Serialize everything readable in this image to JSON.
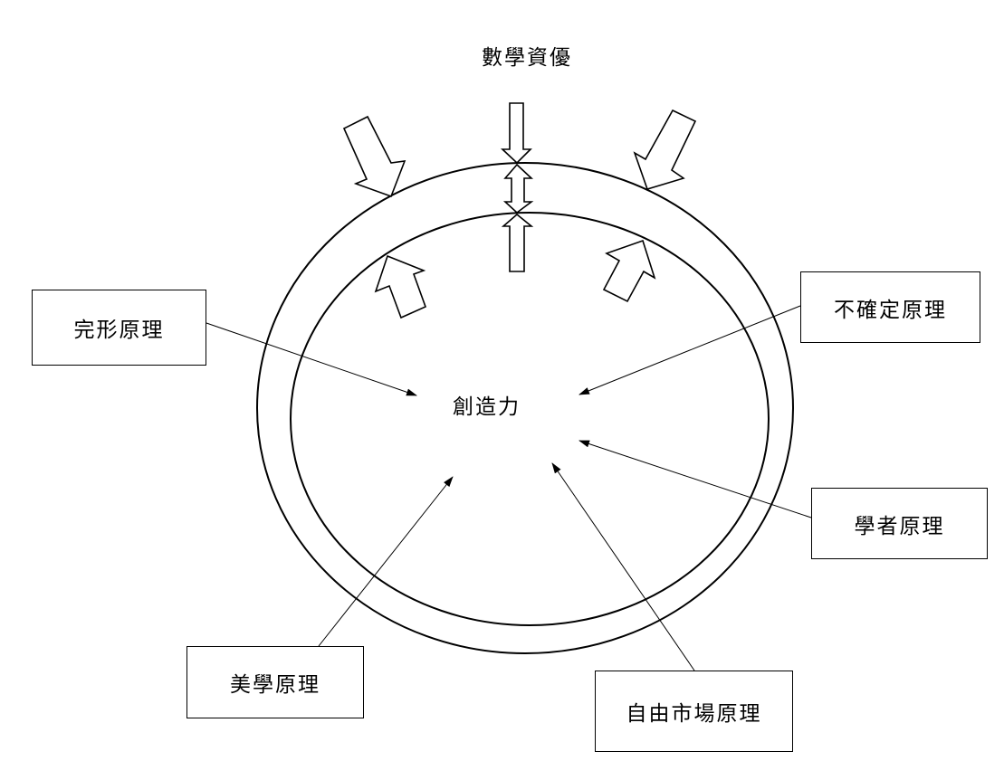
{
  "title": "數學資優",
  "center": "創造力",
  "principles": {
    "gestalt": "完形原理",
    "uncertainty": "不確定原理",
    "scholar": "學者原理",
    "aesthetics": "美學原理",
    "free_market": "自由市場原理"
  }
}
